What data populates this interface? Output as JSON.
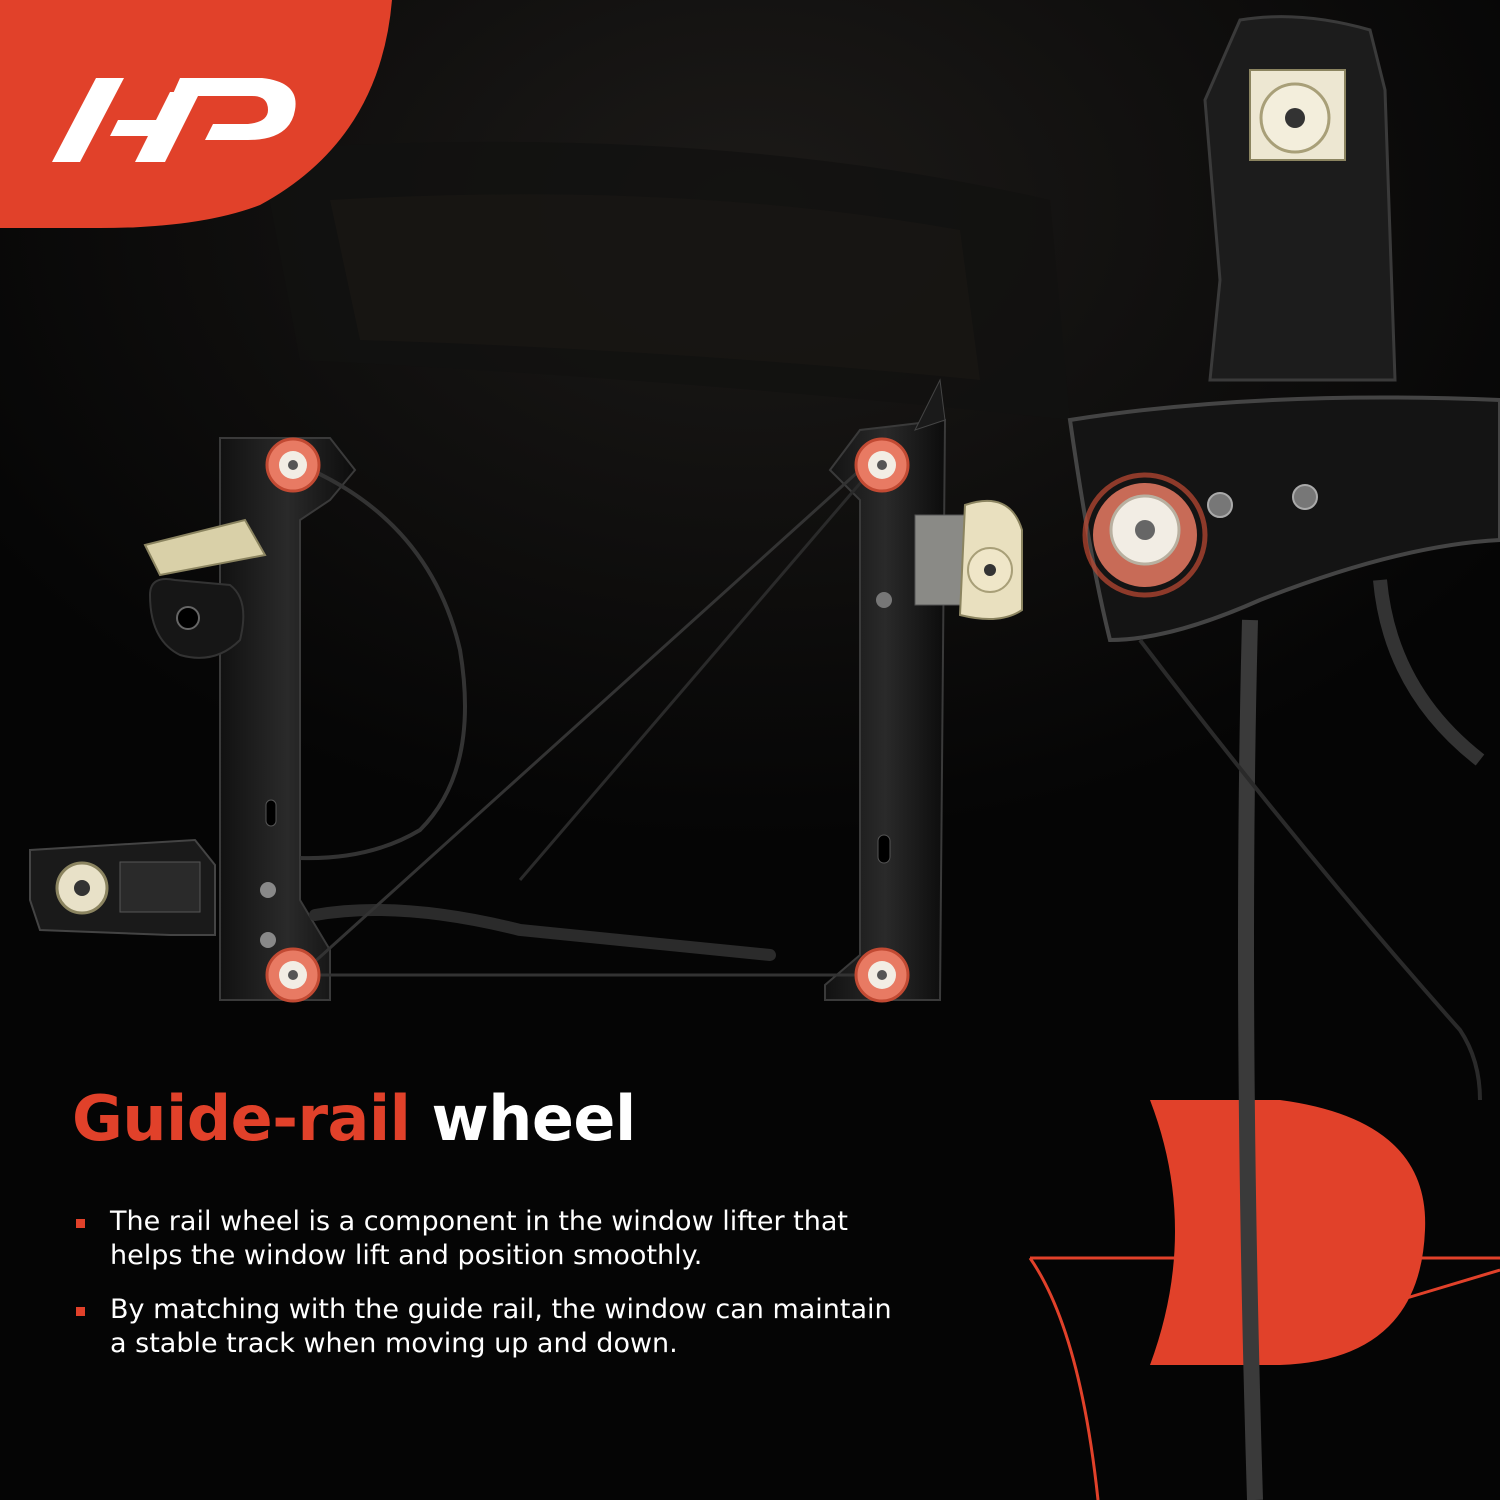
{
  "brand": {
    "accent_color": "#e1412a",
    "logo_icon": "a-premium-logo-icon"
  },
  "feature": {
    "title_highlight": "Guide-rail",
    "title_rest": "wheel",
    "bullets": [
      "The rail wheel is a component in the window lifter that helps the window lift and position smoothly.",
      "By matching with the guide rail, the window can maintain a stable track when moving up and down."
    ]
  },
  "product_image": {
    "subject": "window-regulator-icon",
    "highlighted_part": "guide-rail-wheel-icon"
  }
}
